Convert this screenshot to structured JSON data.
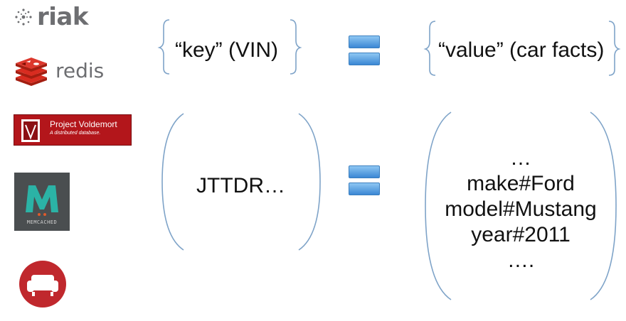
{
  "logos": {
    "riak": "riak",
    "redis": "redis",
    "voldemort": {
      "title": "Project Voldemort",
      "subtitle": "A distributed database."
    },
    "memcached": "MEMCACHED"
  },
  "diagram": {
    "key_label": "“key” (VIN)",
    "value_label": "“value” (car facts)",
    "example_key": "JTTDR…",
    "example_value_lines": [
      "…",
      "make#Ford",
      "model#Mustang",
      "year#2011",
      "…."
    ]
  },
  "colors": {
    "bracket": "#7ea3c8",
    "equals_top": "#8ec7f3",
    "equals_bottom": "#3b87d4",
    "logo_gray": "#6d6e71",
    "voldemort_red": "#b3161b",
    "couchdb_red": "#c0282d"
  }
}
